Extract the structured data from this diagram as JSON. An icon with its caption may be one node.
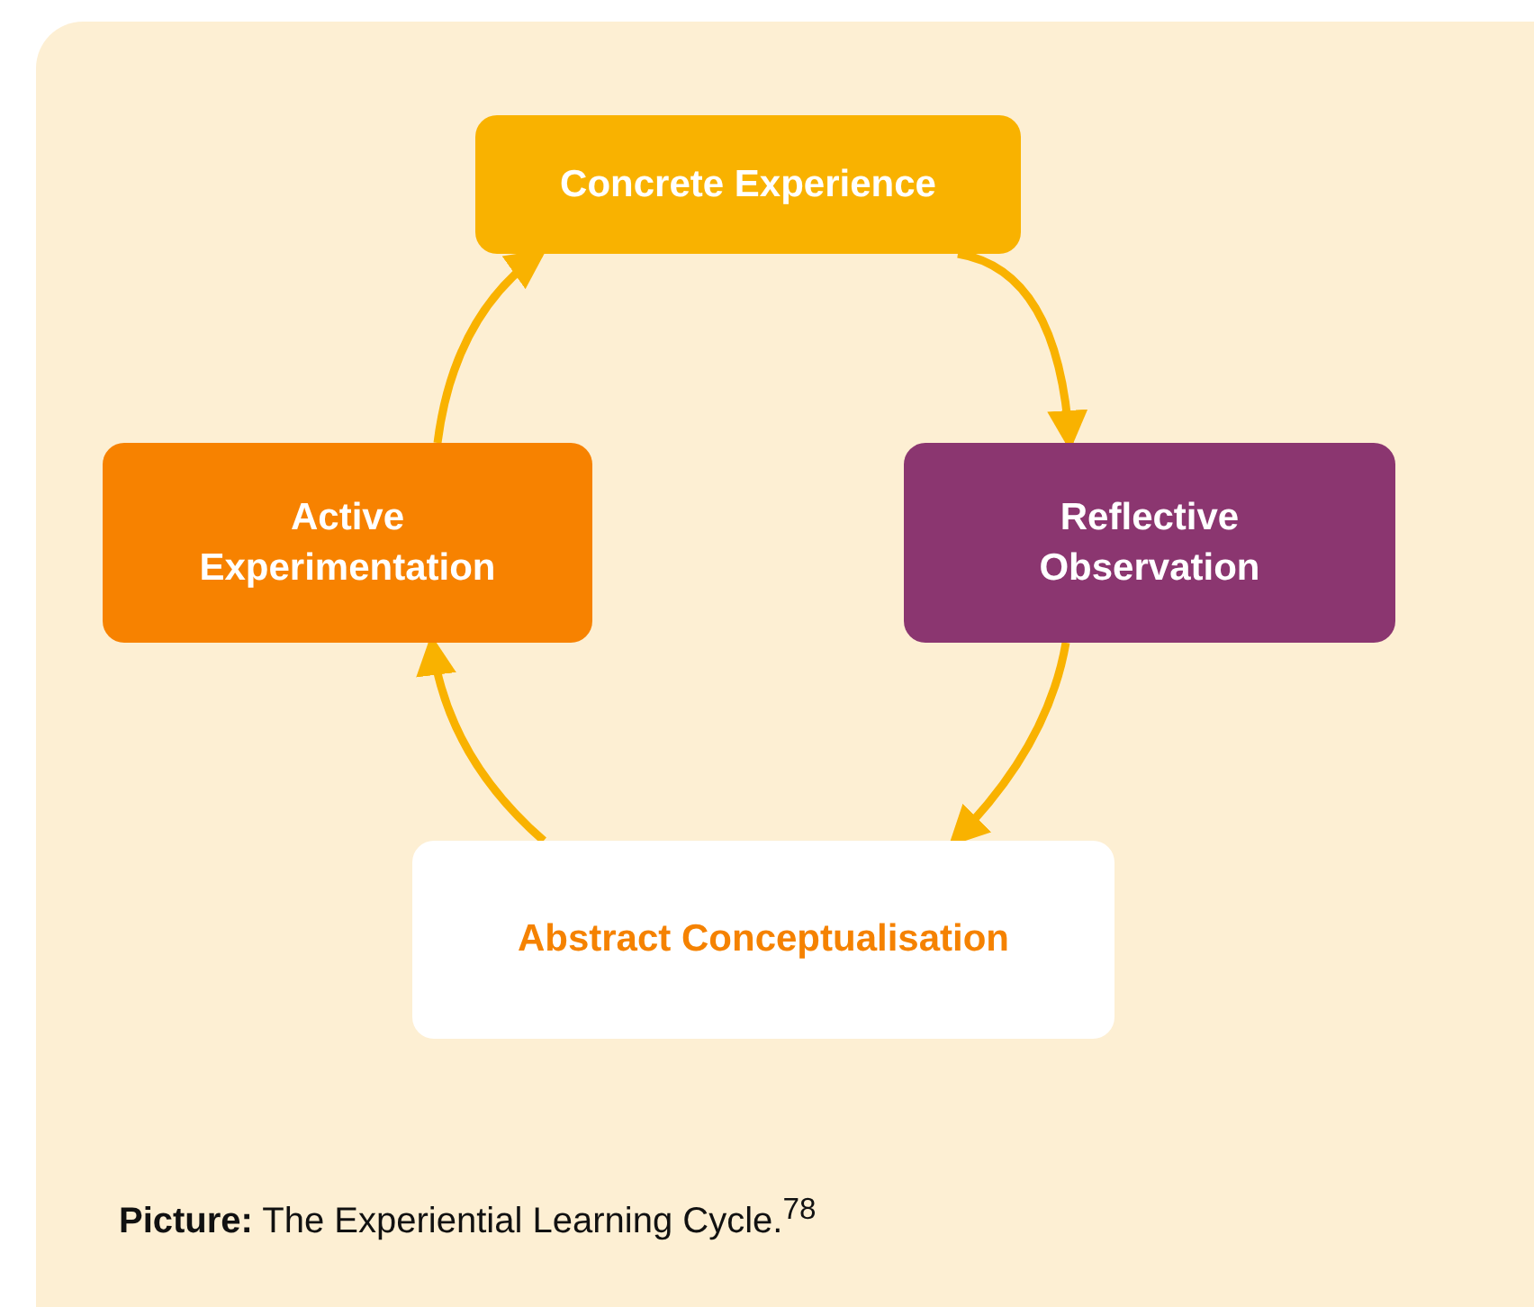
{
  "diagram": {
    "caption": "**Picture:** The Experiential Learning Cycle.$^{78}$",
    "nodes": [
      {
        "text": [
          "Concrete Experience"
        ]
      },
      {
        "text": [
          "Reflective Observation"
        ]
      },
      {
        "text": [
          "Abstract Conceptualisation"
        ]
      },
      {
        "text": [
          "Active Experimentation"
        ]
      }
    ],
    "edges": [
      {
        "from": 0,
        "to": 1,
        "arrow": "to"
      },
      {
        "from": 1,
        "to": 2,
        "arrow": "to"
      },
      {
        "from": 2,
        "to": 3,
        "arrow": "to"
      },
      {
        "from": 3,
        "to": 0,
        "arrow": "to"
      }
    ]
  }
}
